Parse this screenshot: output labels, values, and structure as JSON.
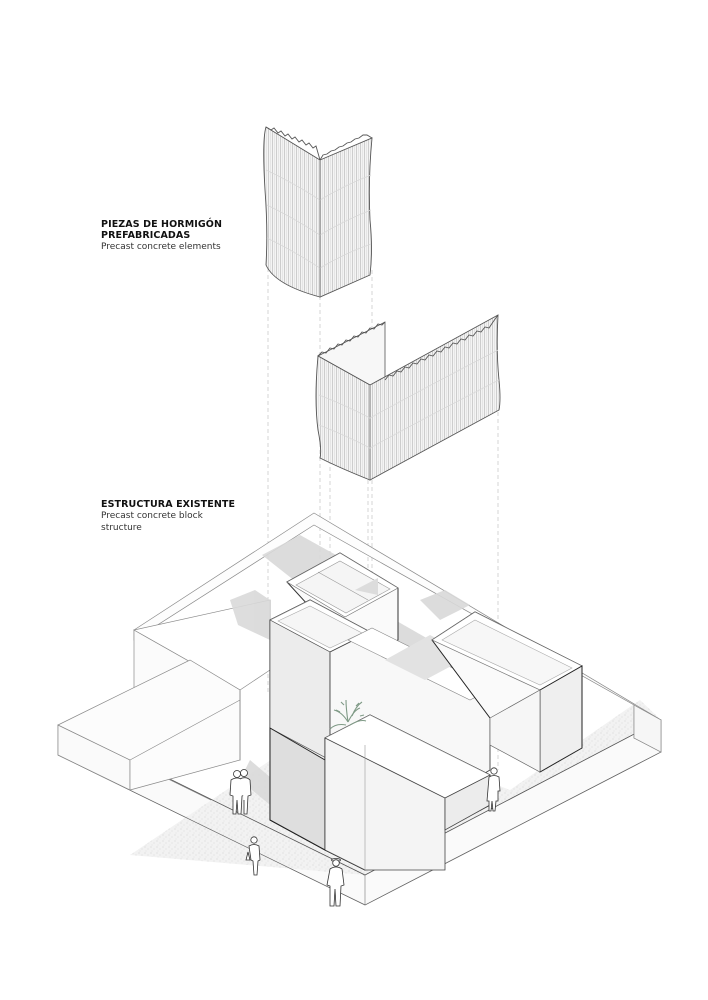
{
  "labels": {
    "pieces": {
      "title_line1": "PIEZAS DE HORMIGÓN",
      "title_line2": "PREFABRICADAS",
      "subtitle": "Precast concrete elements"
    },
    "structure": {
      "title": "ESTRUCTURA EXISTENTE",
      "subtitle_line1": "Precast concrete block",
      "subtitle_line2": "structure"
    }
  },
  "diagram": {
    "type": "exploded axonometric",
    "elements": [
      "precast-concrete-corner-piece",
      "precast-concrete-u-piece",
      "existing-block-structure",
      "neighbouring-buildings",
      "paved-plaza",
      "people-figures",
      "rooftop-plants"
    ],
    "colors": {
      "line": "#3a3a3a",
      "light_line": "#9a9a9a",
      "shadow": "#d6d6d6",
      "plant": "#7f9a86",
      "paving": "#efefef"
    }
  }
}
